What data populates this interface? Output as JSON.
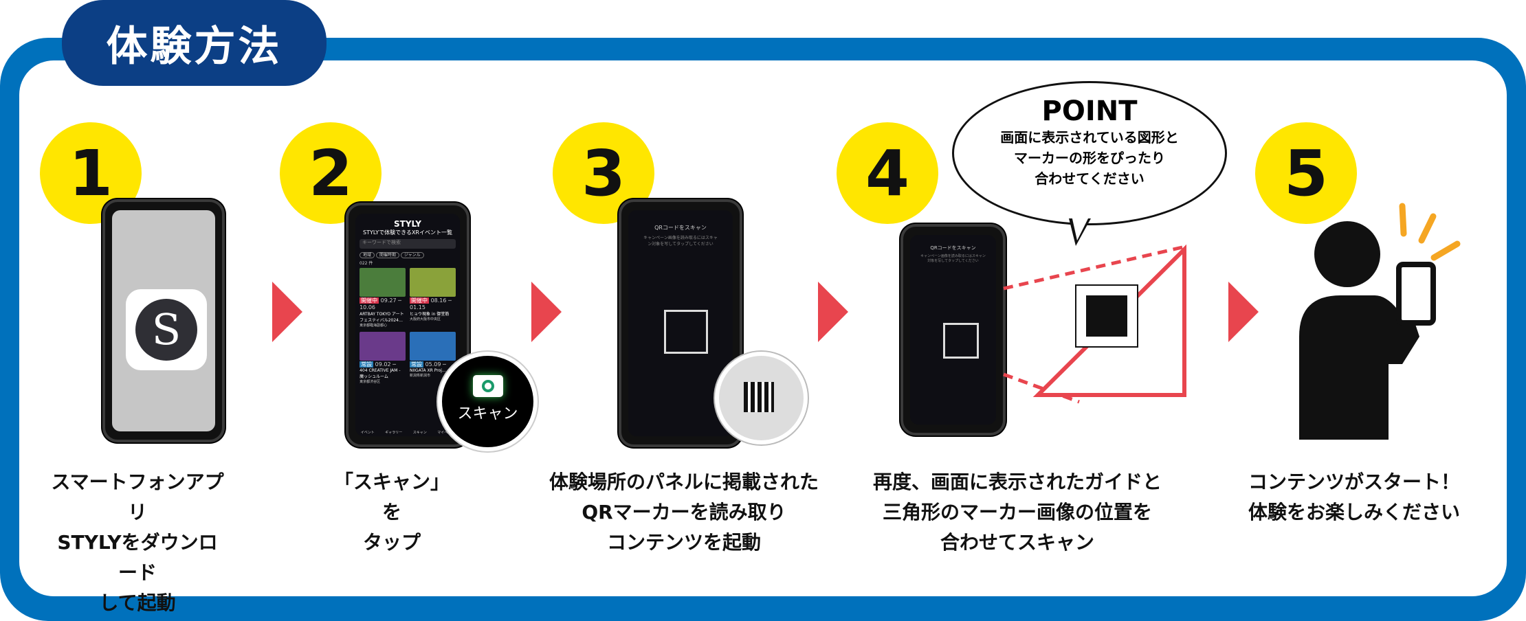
{
  "title": "体験方法",
  "colors": {
    "frame": "#0071bc",
    "tab": "#0c3f85",
    "number": "#ffe600",
    "arrow": "#e8454e"
  },
  "steps": [
    {
      "number": "1",
      "caption": "スマートフォンアプリ\nSTYLYをダウンロード\nして起動"
    },
    {
      "number": "2",
      "caption": "「スキャン」を\nタップ"
    },
    {
      "number": "3",
      "caption": "体験場所のパネルに掲載された\nQRマーカーを読み取り\nコンテンツを起動"
    },
    {
      "number": "4",
      "caption": "再度、画面に表示されたガイドと\n三角形のマーカー画像の位置を\n合わせてスキャン"
    },
    {
      "number": "5",
      "caption": "コンテンツがスタート！\n体験をお楽しみください"
    }
  ],
  "app": {
    "logo": "STYLY",
    "heading": "STYLYで体験できるXRイベント一覧",
    "search_placeholder": "キーワードで検索",
    "filters": [
      "地域",
      "開催時期",
      "ジャンル"
    ],
    "count": "022 件",
    "events": [
      {
        "status": "開催中",
        "dates": "09.27 ─ 10.06",
        "title": "ARTBAY TOKYO アートフェスティバル2024…",
        "place": "東京都臨海副都心"
      },
      {
        "status": "開催中",
        "dates": "08.16 ─ 01.15",
        "title": "ヒョウ現象 in 御堂筋",
        "place": "大阪府大阪市中央区"
      },
      {
        "status": "常設",
        "dates": "09.02 ─",
        "title": "404 CREATIVE JAM - 魔ッシュルーム",
        "place": "東京都渋谷区"
      },
      {
        "status": "常設",
        "dates": "05.09 ─",
        "title": "NIIGATA XR Proj…",
        "place": "新潟県新潟市"
      }
    ],
    "nav": [
      "イベント",
      "ギャラリー",
      "スキャン",
      "マイページ"
    ],
    "scan_label": "スキャン",
    "scan_title": "QRコードをスキャン",
    "scan_hint": "キャンペーン画像を読み取るにはスキャン対象を写してタップしてください"
  },
  "point": {
    "title": "POINT",
    "text": "画面に表示されている図形と\nマーカーの形をぴったり\n合わせてください"
  }
}
